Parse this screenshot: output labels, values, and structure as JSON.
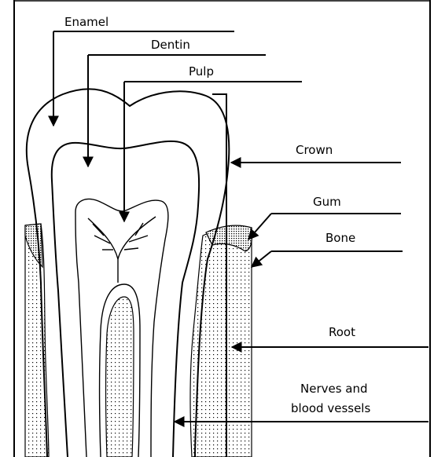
{
  "labels": {
    "enamel": "Enamel",
    "dentin": "Dentin",
    "pulp": "Pulp",
    "crown": "Crown",
    "gum": "Gum",
    "bone": "Bone",
    "root": "Root",
    "nerves_line1": "Nerves and",
    "nerves_line2": "blood vessels"
  },
  "colors": {
    "ink": "#000000",
    "background": "#ffffff"
  }
}
